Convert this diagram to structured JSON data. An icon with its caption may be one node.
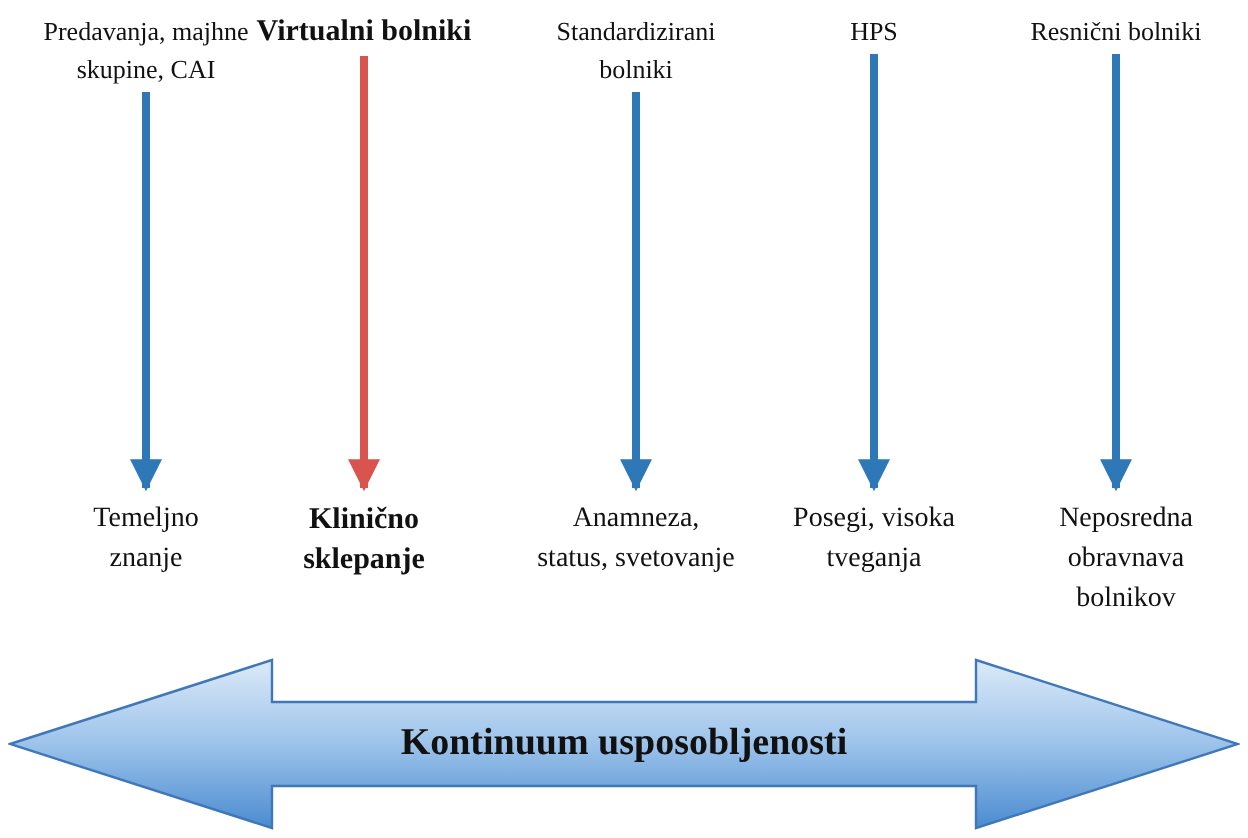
{
  "diagram": {
    "nodes": [
      {
        "text": [
          "Predavanja, majhne skupine, CAI"
        ]
      },
      {
        "text": [
          "Virtualni bolniki"
        ]
      },
      {
        "text": [
          "Standardizirani bolniki"
        ]
      },
      {
        "text": [
          "HPS"
        ]
      },
      {
        "text": [
          "Resnični bolniki"
        ]
      },
      {
        "text": [
          "Temeljno znanje"
        ]
      },
      {
        "text": [
          "Klinično sklepanje"
        ]
      },
      {
        "text": [
          "Anamneza, status, svetovanje"
        ]
      },
      {
        "text": [
          "Posegi, visoka tveganja"
        ]
      },
      {
        "text": [
          "Neposredna obravnava bolnikov"
        ]
      },
      {
        "text": [
          "Kontinuum usposobljenosti"
        ]
      }
    ],
    "edges": [
      {
        "from": 0,
        "to": 5,
        "arrow": "to"
      },
      {
        "from": 1,
        "to": 6,
        "arrow": "to",
        "color": "#d9534f"
      },
      {
        "from": 2,
        "to": 7,
        "arrow": "to"
      },
      {
        "from": 3,
        "to": 8,
        "arrow": "to"
      },
      {
        "from": 4,
        "to": 9,
        "arrow": "to"
      }
    ]
  }
}
